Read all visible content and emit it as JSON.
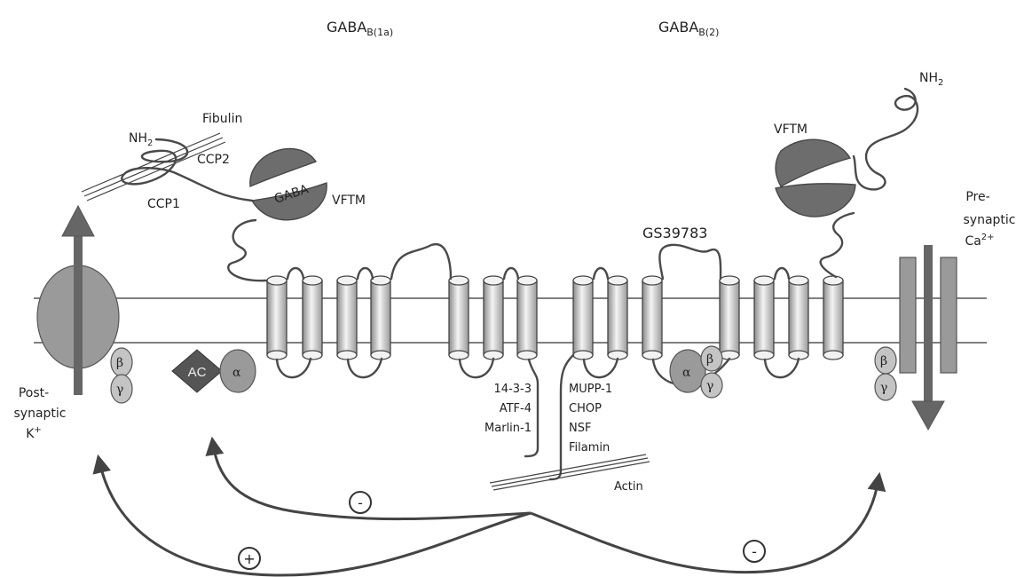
{
  "headers": {
    "subunit1_main": "GABA",
    "subunit1_sub": "B(1a)",
    "subunit2_main": "GABA",
    "subunit2_sub": "B(2)"
  },
  "extracellular": {
    "nh2_left_main": "NH",
    "nh2_left_sub": "2",
    "nh2_right_main": "NH",
    "nh2_right_sub": "2",
    "fibulin": "Fibulin",
    "ccp1": "CCP1",
    "ccp2": "CCP2",
    "gaba": "GABA",
    "vftm_left": "VFTM",
    "vftm_right": "VFTM",
    "gs": "GS39783"
  },
  "channels": {
    "post_line1": "Post-",
    "post_line2": "synaptic",
    "post_ion_main": "K",
    "post_ion_sup": "+",
    "pre_line1": "Pre-",
    "pre_line2": "synaptic",
    "pre_ion_main": "Ca",
    "pre_ion_sup": "2+"
  },
  "g_proteins": {
    "beta": "β",
    "gamma": "γ",
    "alpha": "α",
    "ac": "AC"
  },
  "interactors": {
    "left": [
      "14-3-3",
      "ATF-4",
      "Marlin-1"
    ],
    "right": [
      "MUPP-1",
      "CHOP",
      "NSF",
      "Filamin"
    ],
    "actin": "Actin"
  },
  "effects": {
    "ac_effect": "-",
    "k_effect": "+",
    "ca_effect": "-"
  },
  "colors": {
    "dark_gray": "#6d6d6d",
    "mid_gray": "#9a9a9a",
    "light_gray": "#c4c4c4",
    "membrane": "#555555"
  }
}
